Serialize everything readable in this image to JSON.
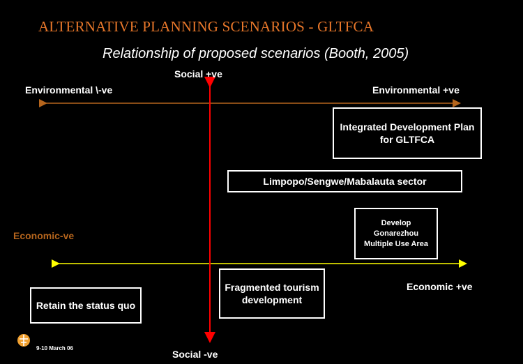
{
  "slide": {
    "title": "ALTERNATIVE PLANNING SCENARIOS - GLTFCA",
    "subtitle": "Relationship of proposed scenarios (Booth, 2005)"
  },
  "axes": {
    "social_positive": "Social +ve",
    "social_negative": "Social -ve",
    "environmental_negative": "Environmental \\-ve",
    "environmental_positive": "Environmental +ve",
    "economic_negative": "Economic-ve",
    "economic_positive": "Economic +ve"
  },
  "scenarios": {
    "integrated": "Integrated Development Plan for GLTFCA",
    "limpopo": "Limpopo/Sengwe/Mabalauta sector",
    "gonarezhou": "Develop Gonarezhou Multiple Use Area",
    "fragmented": "Fragmented tourism development",
    "status_quo": "Retain the status quo"
  },
  "footer": {
    "date": "9-10 March 06"
  },
  "colors": {
    "background": "#000000",
    "title": "#e8772a",
    "environmental_axis": "#b5651d",
    "economic_axis": "#ffff00",
    "social_axis": "#ff0000",
    "economic_negative_label": "#b5651d"
  }
}
